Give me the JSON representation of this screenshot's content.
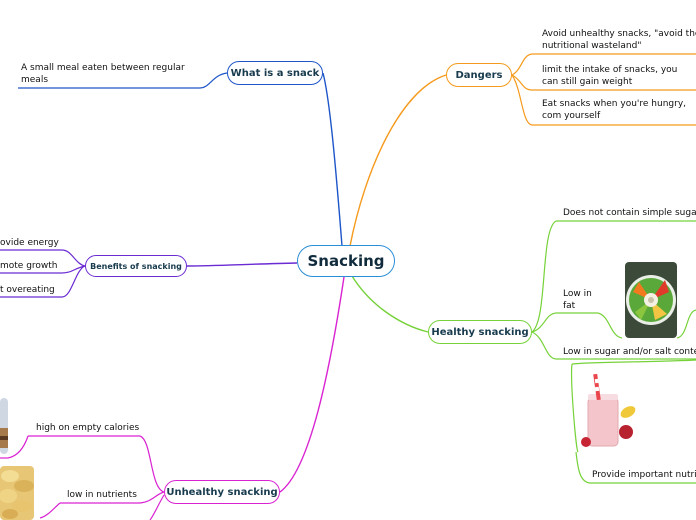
{
  "central": "Snacking",
  "branches": {
    "what": {
      "label": "What is a snack",
      "leaves": [
        "A small meal eaten between regular meals"
      ]
    },
    "dangers": {
      "label": "Dangers",
      "leaves": [
        "Avoid unhealthy snacks, \"avoid the nutritional wasteland\"",
        "limit the intake of snacks, you can still gain weight",
        "Eat snacks when you're hungry, com yourself"
      ]
    },
    "benefits": {
      "label": "Benefits of snacking",
      "leaves": [
        "ovide energy",
        "mote growth",
        "t overeating"
      ]
    },
    "healthy": {
      "label": "Healthy snacking",
      "leaves": [
        "Does not contain simple sugars",
        "Low in fat",
        "Low in sugar and/or salt conten",
        "Provide important nutrie"
      ]
    },
    "unhealthy": {
      "label": "Unhealthy snacking",
      "leaves": [
        "high on empty calories",
        "low in nutrients"
      ]
    }
  },
  "colors": {
    "central": "#2a8ed6",
    "what": "#1e56c9",
    "dangers": "#f59a1c",
    "benefits": "#6a2bd3",
    "healthy": "#76d23a",
    "unhealthy": "#d923d2"
  },
  "images": {
    "veg_bowl": "vegetable-bowl-photo",
    "smoothie": "strawberry-smoothie-photo",
    "cookies": "cookies-photo",
    "chips": "potato-chips-photo"
  }
}
